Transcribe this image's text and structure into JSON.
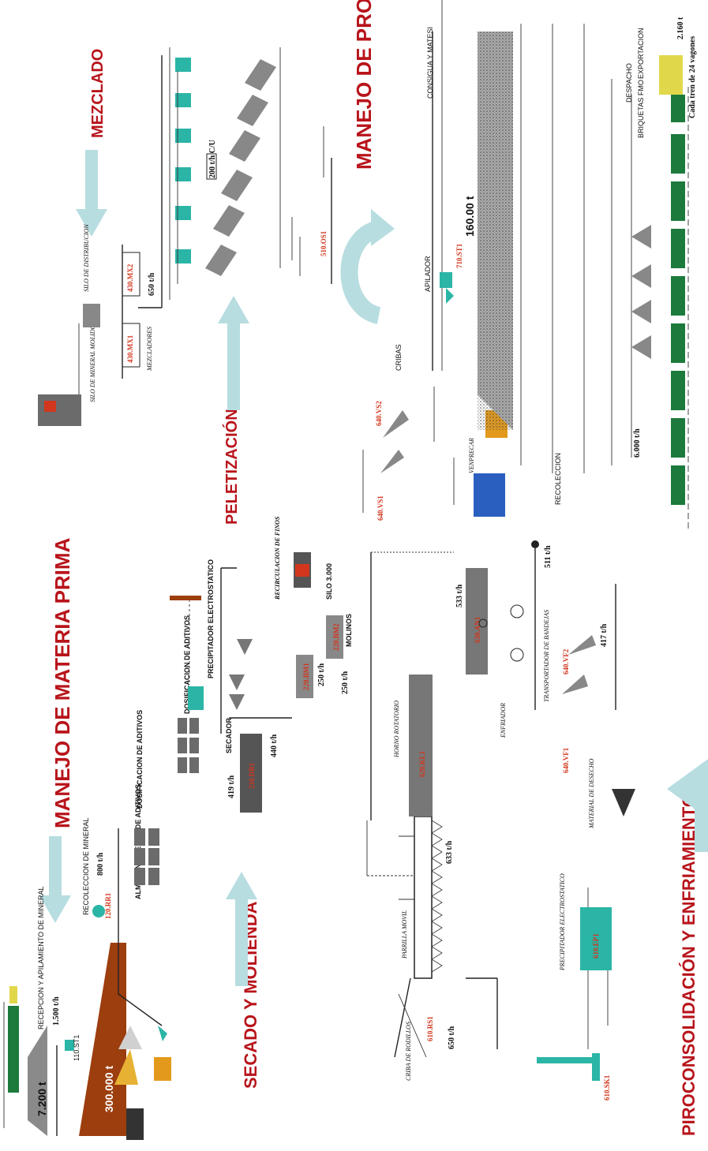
{
  "sections": {
    "materia_prima": "MANEJO DE MATERIA PRIMA",
    "secado": "SECADO Y MOLIENDA",
    "pirocon": "PIROCONSOLIDACIÓN Y ENFRIAMIENTO",
    "peletizacion": "PELETIZACIÓN",
    "mezclado": "MEZCLADO",
    "producto": "MANEJO DE PRODUCTO"
  },
  "raw_material": {
    "recepcion": "RECEPCION Y APILAMIENTO DE MINERAL",
    "recoleccion": "RECOLECCION DE MINERAL",
    "almacenamiento": "ALMACENAMIENTO DE ADITIVOS",
    "dosificacion": "DOSIFICACION DE ADITIVOS",
    "pile_small": "7.200 t",
    "pile_large": "300.000 t",
    "rate_1500": "1.500 t/h",
    "rate_800": "800 t/h",
    "tag_st": "110.ST1",
    "tag_rr": "120.RR1"
  },
  "drying": {
    "dosificacion": "DOSIFICACION DE ADITIVOS",
    "secador": "SECADOR",
    "tag_secador": "210.DR1",
    "rate_419": "419 t/h",
    "rate_440": "440 t/h",
    "precipitador": "PRECIPITADOR ELECTROSTATICO",
    "recirculacion": "RECIRCULACION DE FINOS",
    "silo": "SILO 3.000",
    "molinos": "MOLINOS",
    "tag_bm1": "220.BM1",
    "tag_bm2": "220.BM2",
    "rate_250a": "250 t/h",
    "rate_250b": "250 t/h"
  },
  "firing": {
    "criba": "CRIBA DE RODILLOS",
    "tag_rs": "610.RS1",
    "rate_650": "650 t/h",
    "parrilla": "PARRILLA MOVIL",
    "rate_633": "633 t/h",
    "horno": "HORNO ROTATORIO",
    "tag_kl": "620.KL1",
    "enfriador": "ENFRIADOR",
    "tag_an": "630.AN1",
    "rate_533": "533 t/h",
    "rate_511": "511 t/h",
    "transportador": "TRANSPORTADOR DE BANDEJAS",
    "tag_vf1": "640.VF1",
    "tag_vf2": "640.VF2",
    "rate_417": "417 t/h",
    "material": "MATERIAL DE DESECHO",
    "precipitador": "PRECIPITADOR ELECTROSTATICO",
    "tag_ep": "610.EP1",
    "tag_sk": "610.SK1"
  },
  "pellet": {
    "silo_mineral": "SILO DE MINERAL MOLIDO",
    "silo_dist": "SILO DE DISTRIBUCION",
    "mezcladores": "MEZCLADORES",
    "tag_mx1": "430.MX1",
    "tag_mx2": "430.MX2",
    "rate_650": "650 t/h",
    "rate_200": "200 t/h C/U",
    "tag_os": "510.OS1"
  },
  "product": {
    "cribas": "CRIBAS",
    "tag_vs1": "640.VS1",
    "tag_vs2": "640.VS2",
    "venprecar": "VENPRECAR",
    "aplicador": "APILADOR",
    "tag_st": "710.ST1",
    "pile": "160.00 t",
    "consigna": "CONSIGUA Y MATESI",
    "recoleccion": "RECOLECCION",
    "rate_6000": "6.000 t/h",
    "despacho": "DESPACHO",
    "briquetas": "BRIQUETAS FMO",
    "exportacion": "EXPORTACION",
    "rate_2160": "2.160 t",
    "tren": "Cada tren de 24 vagones"
  },
  "colors": {
    "title": "#b8141b",
    "arrow": "#b7dde0",
    "tag": "#d2361d",
    "equipment": "#2bb5a6"
  }
}
